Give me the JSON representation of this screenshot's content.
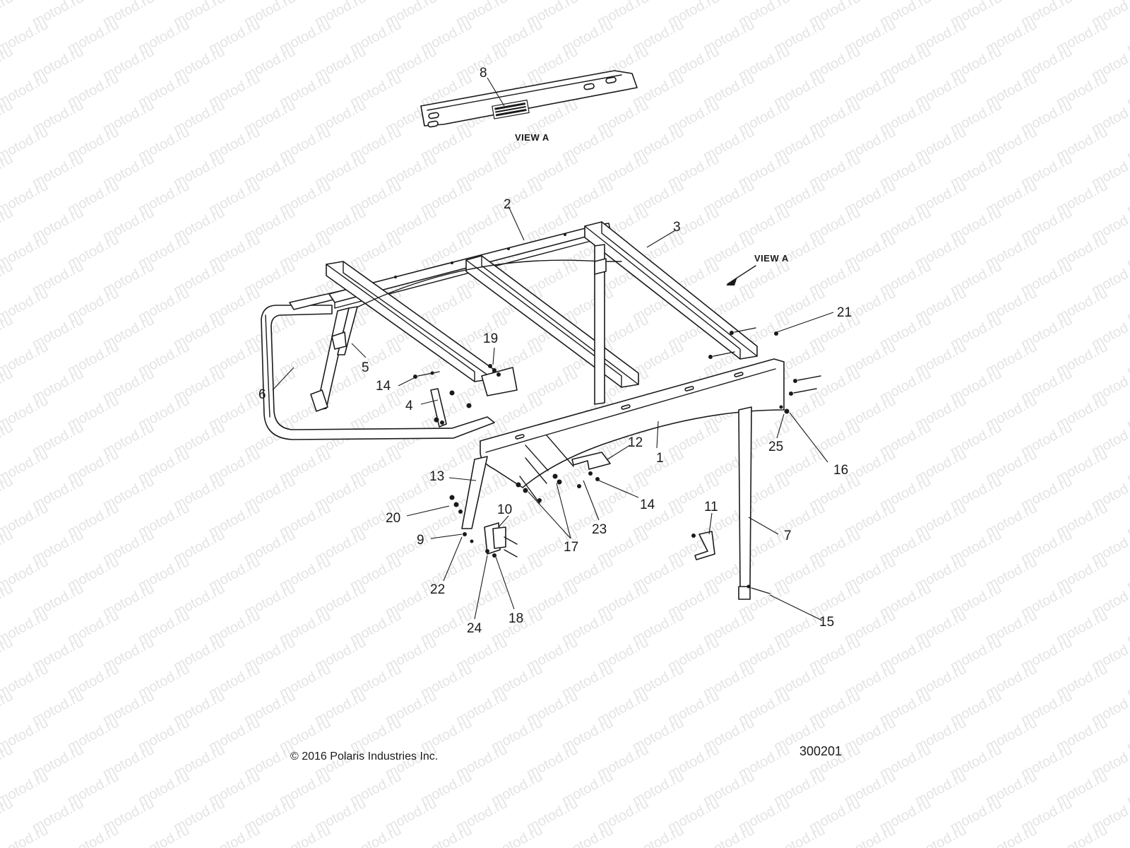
{
  "watermark": "motod.ru",
  "view_label_top": "VIEW A",
  "view_label_arrow": "VIEW A",
  "copyright": "© 2016 Polaris Industries Inc.",
  "diagram_number": "300201",
  "callouts": [
    "1",
    "2",
    "3",
    "4",
    "5",
    "6",
    "7",
    "8",
    "9",
    "10",
    "11",
    "12",
    "13",
    "14",
    "14",
    "15",
    "16",
    "17",
    "18",
    "19",
    "20",
    "21",
    "22",
    "23",
    "24",
    "25"
  ]
}
